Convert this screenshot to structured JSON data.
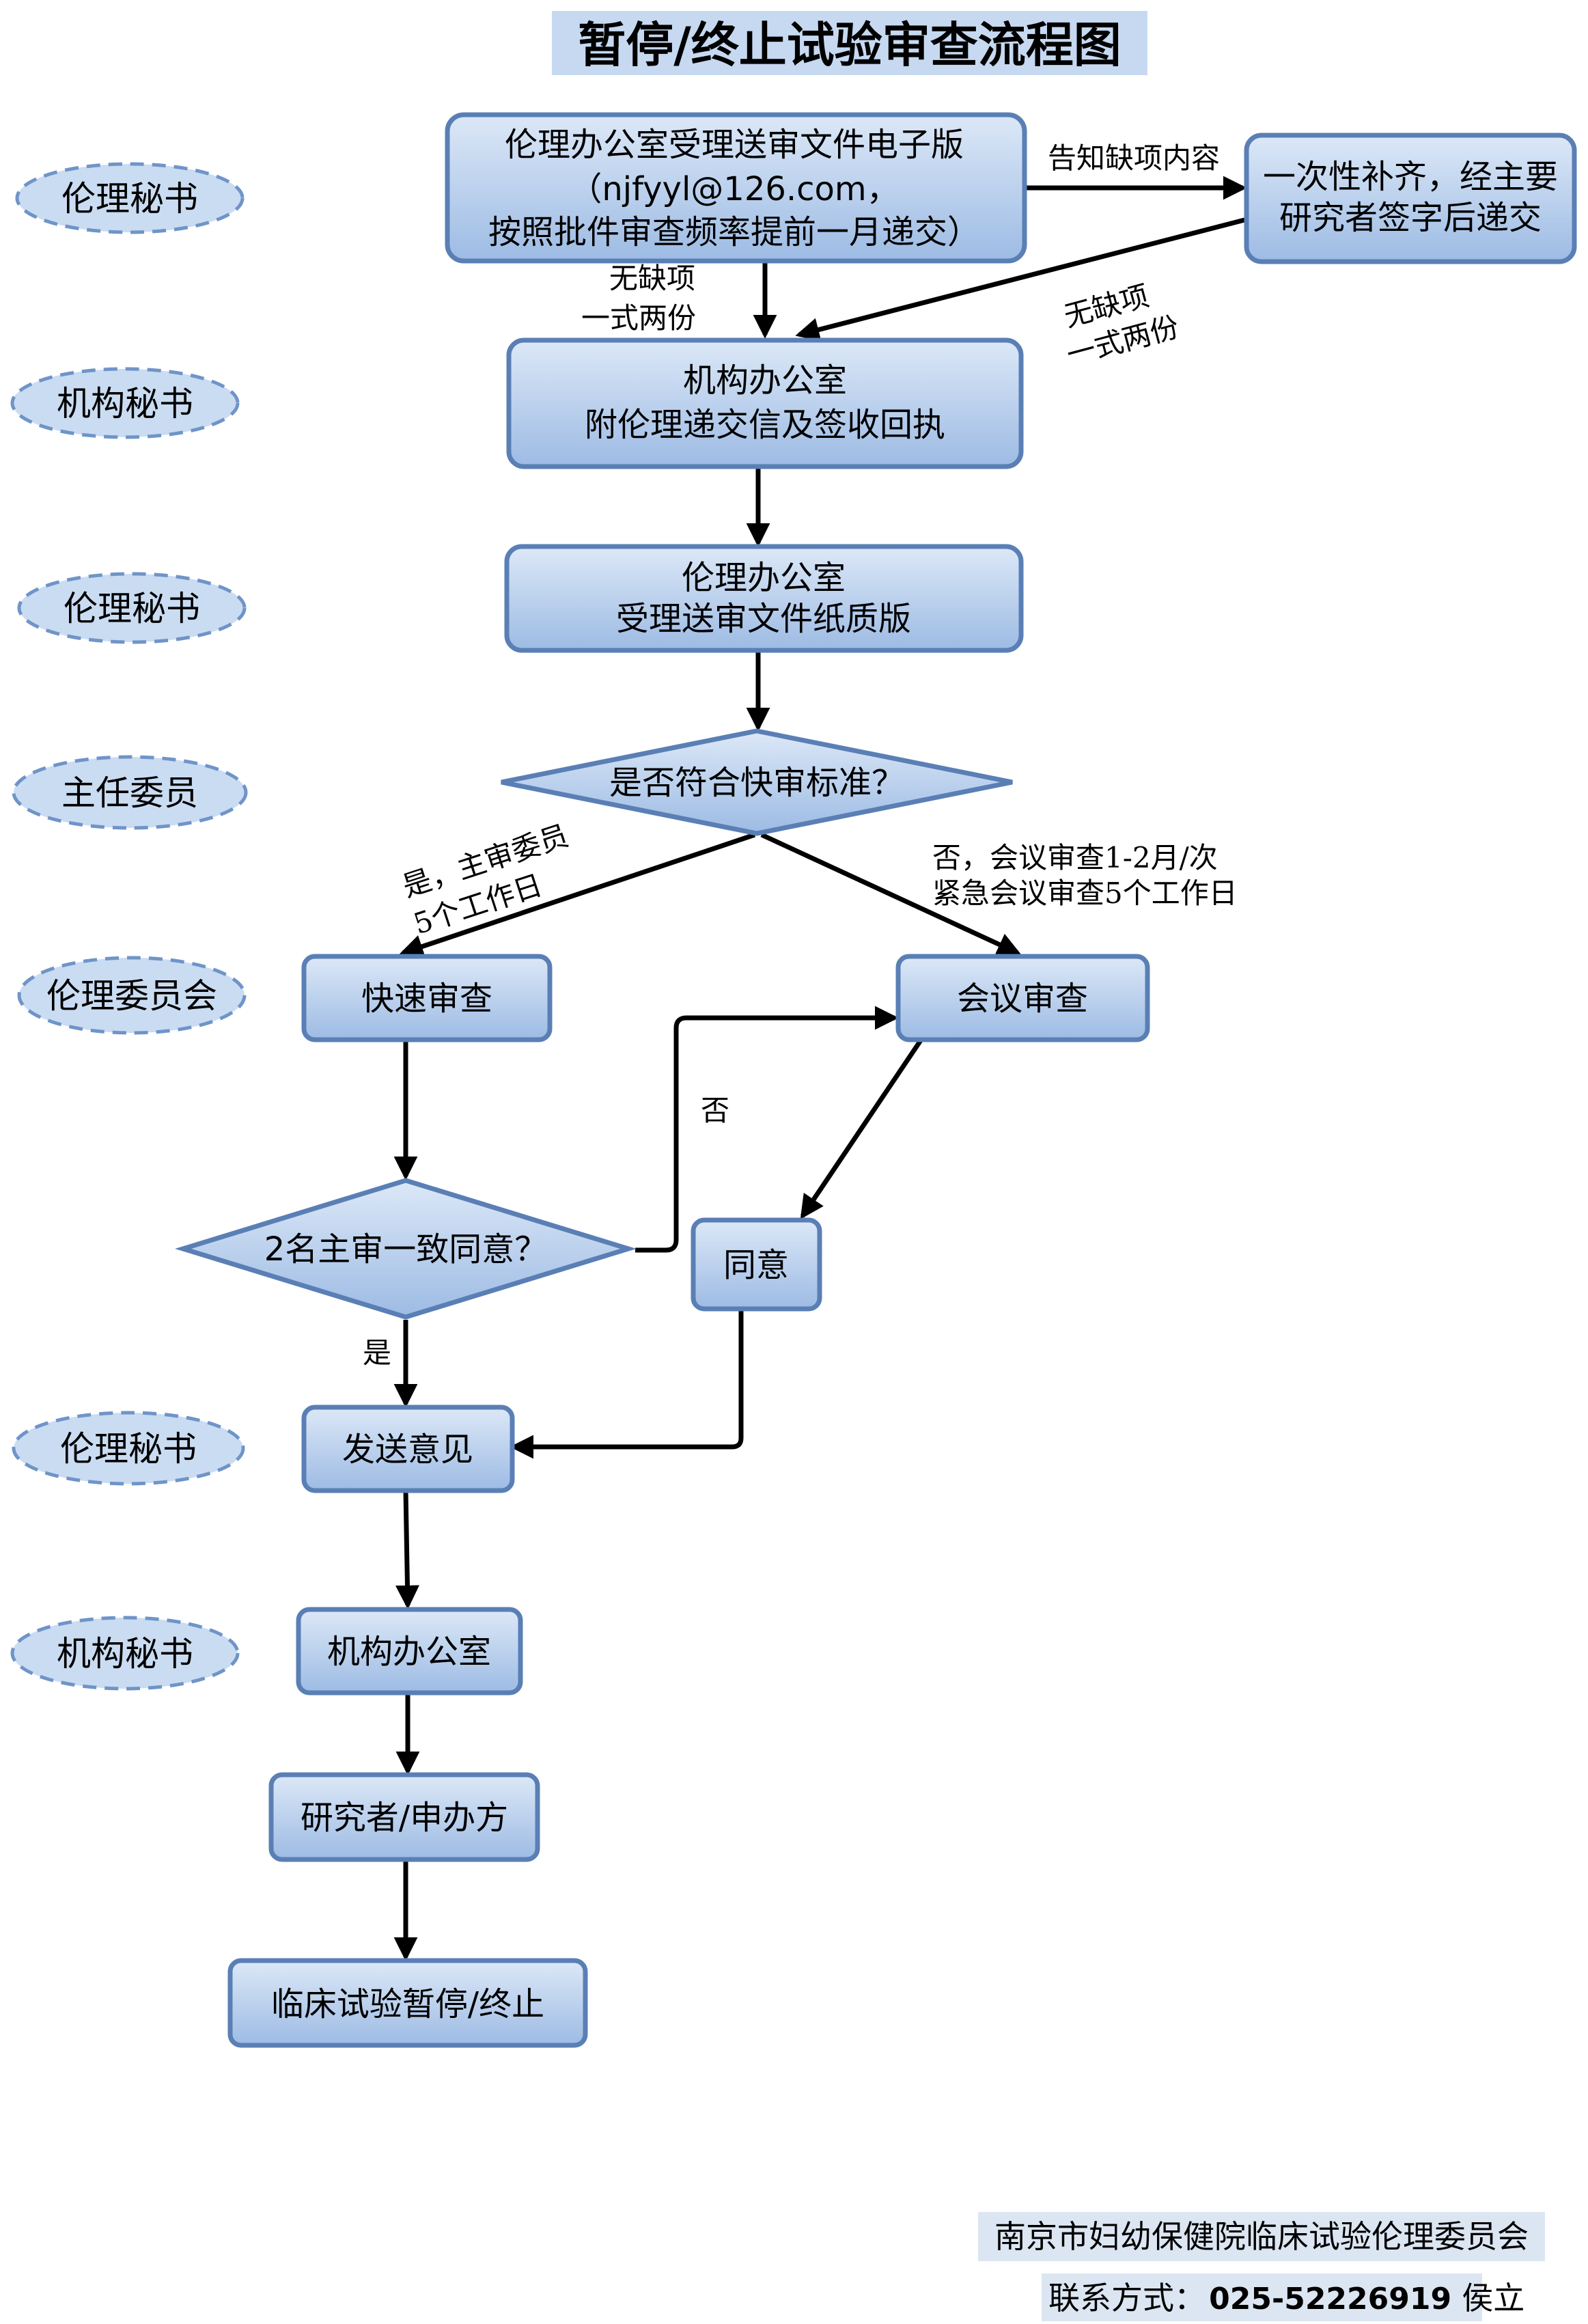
{
  "title": "暂停/终止试验审查流程图",
  "roles": {
    "r1": "伦理秘书",
    "r2": "机构秘书",
    "r3": "伦理秘书",
    "r4": "主任委员",
    "r5": "伦理委员会",
    "r6": "伦理秘书",
    "r7": "机构秘书"
  },
  "nodes": {
    "submit_electronic": [
      "伦理办公室受理送审文件电子版",
      "（njfyyl@126.com，",
      "按照批件审查频率提前一月递交）"
    ],
    "supplement": [
      "一次性补齐，经主要",
      "研究者签字后递交"
    ],
    "inst_office_1": [
      "机构办公室",
      "附伦理递交信及签收回执"
    ],
    "ethics_paper": [
      "伦理办公室",
      "受理送审文件纸质版"
    ],
    "fast_review_q": "是否符合快审标准？",
    "fast_review": "快速审查",
    "meeting_review": "会议审查",
    "two_reviewers_q": "2名主审一致同意？",
    "agree": "同意",
    "send_opinion": "发送意见",
    "inst_office_2": "机构办公室",
    "researcher": "研究者/申办方",
    "final": "临床试验暂停/终止"
  },
  "edge_labels": {
    "notify_missing": "告知缺项内容",
    "no_missing_1": [
      "无缺项",
      "一式两份"
    ],
    "no_missing_2": [
      "无缺项",
      "一式两份"
    ],
    "yes_fast": [
      "是，主审委员",
      "5个工作日"
    ],
    "no_meeting": [
      "否，会议审查1-2月/次",
      "紧急会议审查5个工作日"
    ],
    "no": "否",
    "yes": "是"
  },
  "footer": {
    "org": "南京市妇幼保健院临床试验伦理委员会",
    "contact_label": "联系方式：",
    "contact_number": "025-52226919",
    "contact_name": "侯立"
  },
  "colors": {
    "box_fill_top": "#dce8f7",
    "box_fill_bottom": "#9dbbe4",
    "box_stroke": "#5a7fb5",
    "role_fill": "#cadcf2",
    "title_bg": "#c6d9f1"
  }
}
